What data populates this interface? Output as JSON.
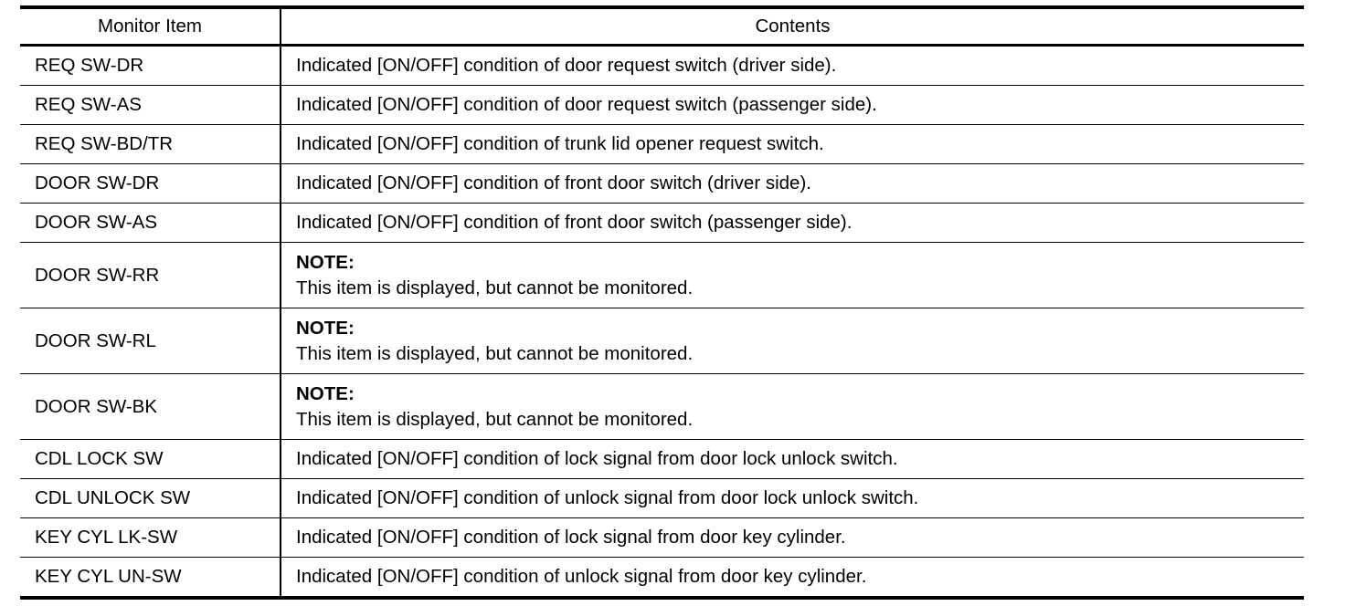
{
  "table": {
    "headers": [
      "Monitor Item",
      "Contents"
    ],
    "rows": [
      {
        "item": "REQ SW-DR",
        "content": "Indicated [ON/OFF] condition of door request switch (driver side)."
      },
      {
        "item": "REQ SW-AS",
        "content": "Indicated [ON/OFF] condition of door request switch (passenger side)."
      },
      {
        "item": "REQ SW-BD/TR",
        "content": "Indicated [ON/OFF] condition of trunk lid opener request switch."
      },
      {
        "item": "DOOR SW-DR",
        "content": "Indicated [ON/OFF] condition of front door switch (driver side)."
      },
      {
        "item": "DOOR SW-AS",
        "content": "Indicated [ON/OFF] condition of front door switch (passenger side)."
      },
      {
        "item": "DOOR SW-RR",
        "note_label": "NOTE:",
        "note_text": "This item is displayed, but cannot be monitored."
      },
      {
        "item": "DOOR SW-RL",
        "note_label": "NOTE:",
        "note_text": "This item is displayed, but cannot be monitored."
      },
      {
        "item": "DOOR SW-BK",
        "note_label": "NOTE:",
        "note_text": "This item is displayed, but cannot be monitored."
      },
      {
        "item": "CDL LOCK SW",
        "content": "Indicated [ON/OFF] condition of lock signal from door lock unlock switch."
      },
      {
        "item": "CDL UNLOCK SW",
        "content": "Indicated [ON/OFF] condition of unlock signal from door lock unlock switch."
      },
      {
        "item": "KEY CYL LK-SW",
        "content": "Indicated [ON/OFF] condition of lock signal from door key cylinder."
      },
      {
        "item": "KEY CYL UN-SW",
        "content": "Indicated [ON/OFF] condition of unlock signal from door key cylinder."
      }
    ]
  }
}
